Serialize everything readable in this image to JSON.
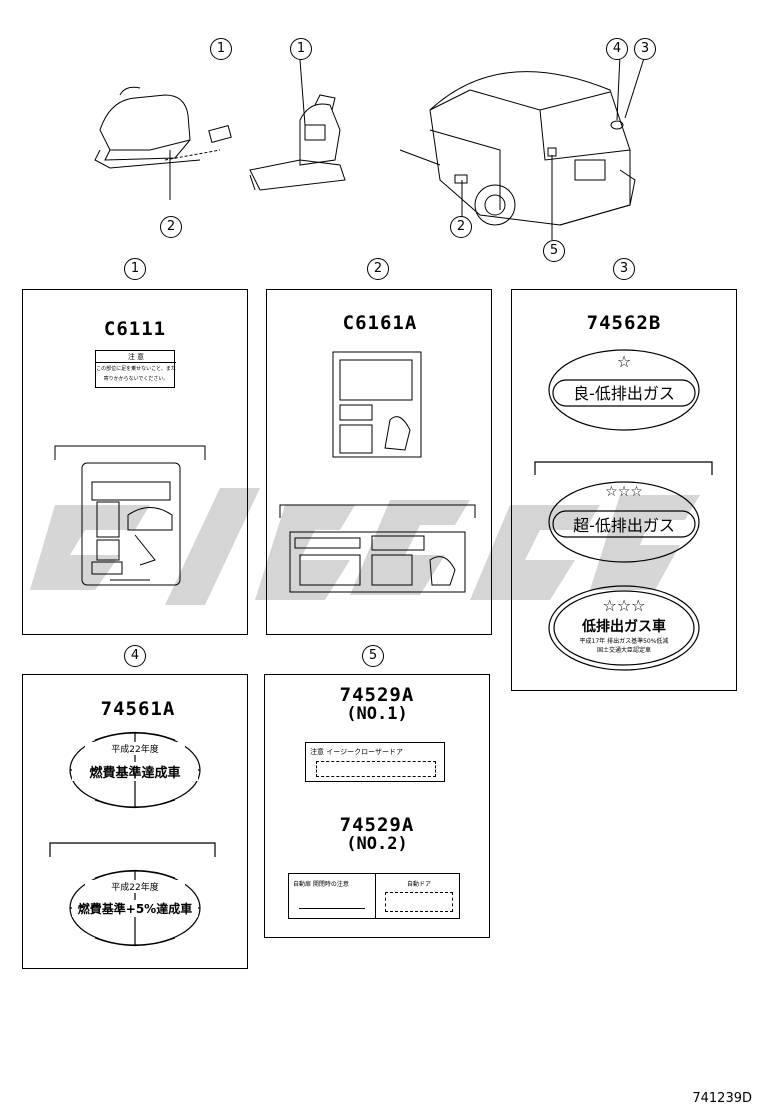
{
  "callouts": {
    "c1": "1",
    "c2": "2",
    "c3": "3",
    "c4": "4",
    "c5": "5"
  },
  "panels": {
    "p1": {
      "callout": "1",
      "part_no": "C6111",
      "label_header": "注 意",
      "label_line1": "この部位に足を乗せないこと、また",
      "label_line2": "寄りかからないでください。"
    },
    "p2": {
      "callout": "2",
      "part_no": "C6161A"
    },
    "p3": {
      "callout": "3",
      "part_no": "74562B",
      "oval1": "良-低排出ガス",
      "oval2": "超-低排出ガス",
      "oval3_main": "低排出ガス車",
      "oval3_line1": "平成17年 排出ガス基準50%低減",
      "oval3_line2": "国土交通大臣認定車"
    },
    "p4": {
      "callout": "4",
      "part_no": "74561A",
      "oval1_top": "平成22年度",
      "oval1_main": "燃費基準達成車",
      "oval2_top": "平成22年度",
      "oval2_main": "燃費基準+5%達成車"
    },
    "p5": {
      "callout": "5",
      "part_no1": "74529A",
      "sub1": "(NO.1)",
      "label1_text": "注意 イージークローザードア",
      "part_no2": "74529A",
      "sub2": "(NO.2)",
      "label2_left": "自動扉 開閉時の注意",
      "label2_right": "自動ドア"
    }
  },
  "footer_code": "741239D"
}
